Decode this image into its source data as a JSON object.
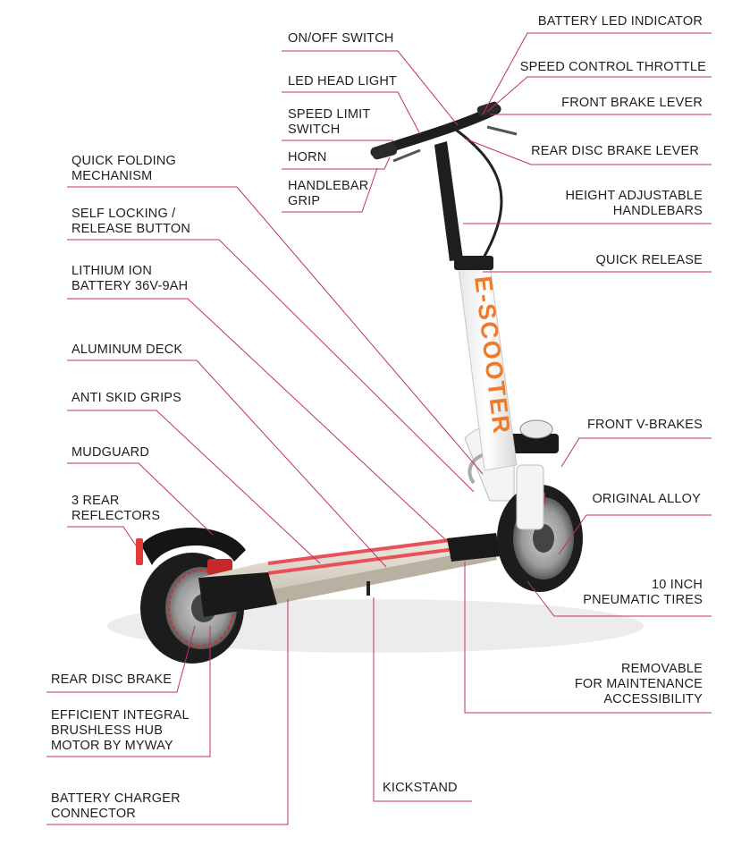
{
  "brand_text": "E-SCOOTER",
  "colors": {
    "leader": "#c0306a",
    "brand": "#ee7a2a",
    "frame": "#f4f4f2",
    "tire": "#1c1c1c",
    "deck_stripe": "#e8505a"
  },
  "labels": {
    "on_off_switch": "ON/OFF SWITCH",
    "led_head_light": "LED HEAD LIGHT",
    "speed_limit_switch": "SPEED LIMIT\nSWITCH",
    "horn": "HORN",
    "handlebar_grip": "HANDLEBAR\nGRIP",
    "quick_folding": "QUICK FOLDING\nMECHANISM",
    "self_locking": "SELF LOCKING /\nRELEASE BUTTON",
    "lithium_battery": "LITHIUM ION\nBATTERY 36V-9AH",
    "aluminum_deck": "ALUMINUM DECK",
    "anti_skid": "ANTI SKID GRIPS",
    "mudguard": "MUDGUARD",
    "rear_reflectors": "3 REAR\nREFLECTORS",
    "rear_disc_brake": "REAR DISC BRAKE",
    "hub_motor": "EFFICIENT INTEGRAL\nBRUSHLESS HUB\nMOTOR BY MYWAY",
    "charger_connector": "BATTERY CHARGER\nCONNECTOR",
    "kickstand": "KICKSTAND",
    "battery_led": "BATTERY LED INDICATOR",
    "throttle": "SPEED CONTROL THROTTLE",
    "front_brake_lever": "FRONT BRAKE LEVER",
    "rear_brake_lever": "REAR DISC BRAKE LEVER",
    "height_adjustable": "HEIGHT ADJUSTABLE\nHANDLEBARS",
    "quick_release": "QUICK RELEASE",
    "front_v_brakes": "FRONT V-BRAKES",
    "original_alloy": "ORIGINAL ALLOY",
    "pneumatic_tires": "10 INCH\nPNEUMATIC TIRES",
    "removable": "REMOVABLE\nFOR MAINTENANCE\nACCESSIBILITY"
  }
}
